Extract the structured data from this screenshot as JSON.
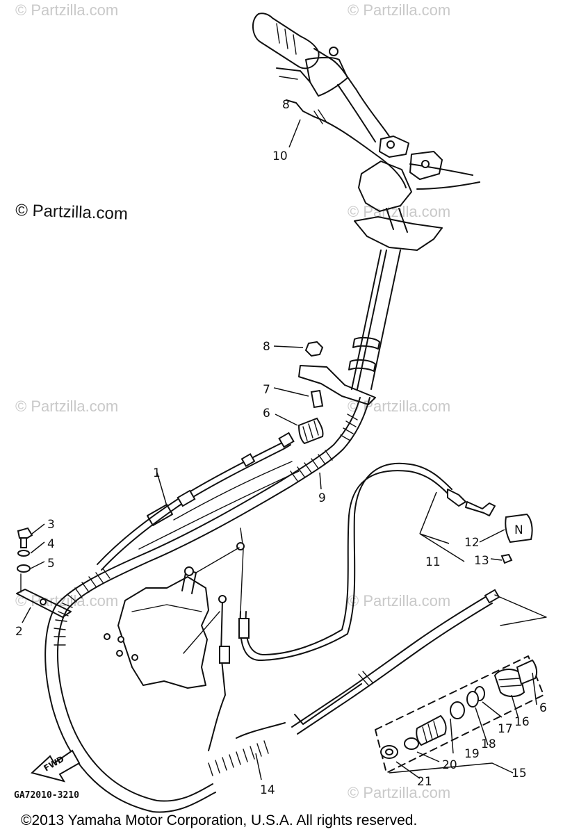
{
  "watermarks": {
    "faint_text": "© Partzilla.com",
    "dark_text": "© Partzilla.com"
  },
  "callouts": [
    "1",
    "2",
    "3",
    "4",
    "5",
    "6",
    "7",
    "8",
    "9",
    "10",
    "11",
    "12",
    "13",
    "14",
    "15",
    "16",
    "17",
    "18",
    "19",
    "20",
    "21"
  ],
  "callout_6b": "6",
  "callout_8b": "8",
  "diagram_code": "GA72010-3210",
  "fwd_label": "FWD",
  "neutral_cap_letter": "N",
  "copyright": "©2013 Yamaha Motor Corporation, U.S.A. All rights reserved."
}
